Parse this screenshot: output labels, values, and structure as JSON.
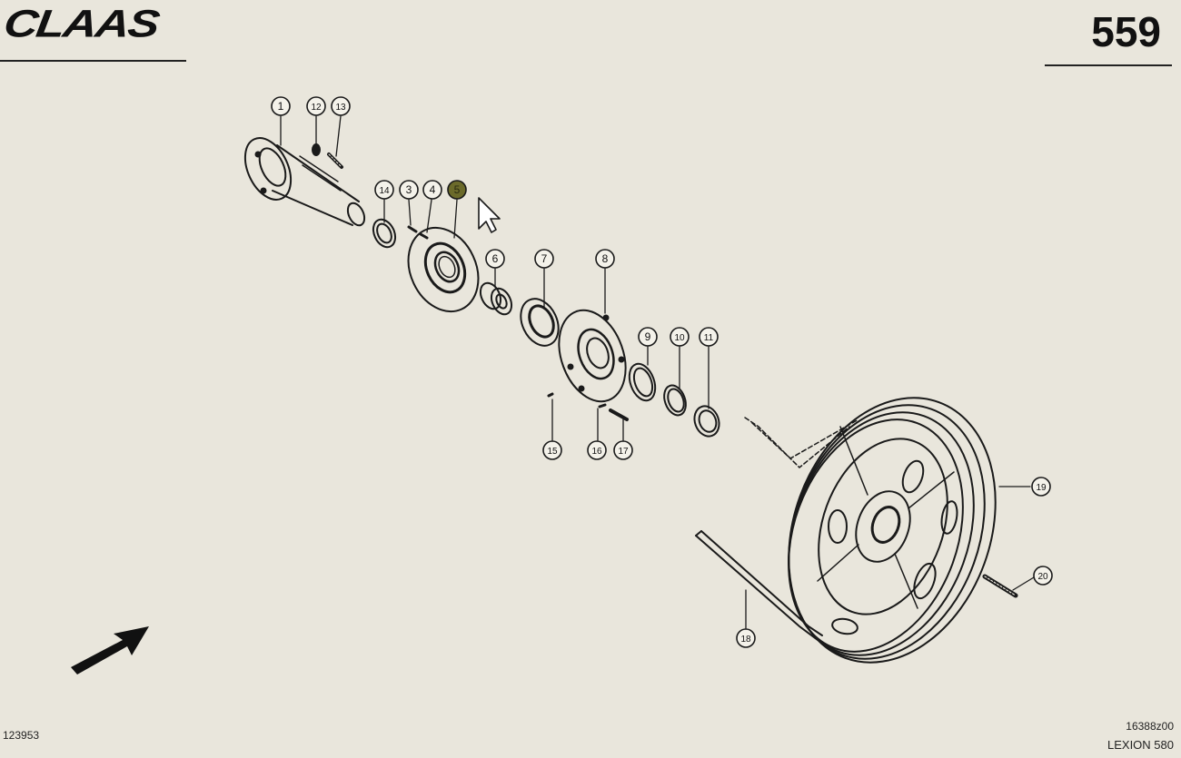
{
  "header": {
    "brand": "CLAAS",
    "page_number": "559"
  },
  "footer": {
    "left_code": "123953",
    "right_code": "16388z00",
    "model": "LEXION 580"
  },
  "callouts": [
    "1",
    "12",
    "13",
    "14",
    "3",
    "4",
    "5",
    "6",
    "7",
    "8",
    "9",
    "10",
    "11",
    "15",
    "16",
    "17",
    "19",
    "20",
    "18"
  ],
  "selected_callout": "5",
  "colors": {
    "paper": "#e9e6dc",
    "line": "#1a1a1a",
    "highlight": "#6b6a2a"
  },
  "icons": [
    "arrow-icon",
    "cursor-icon"
  ]
}
